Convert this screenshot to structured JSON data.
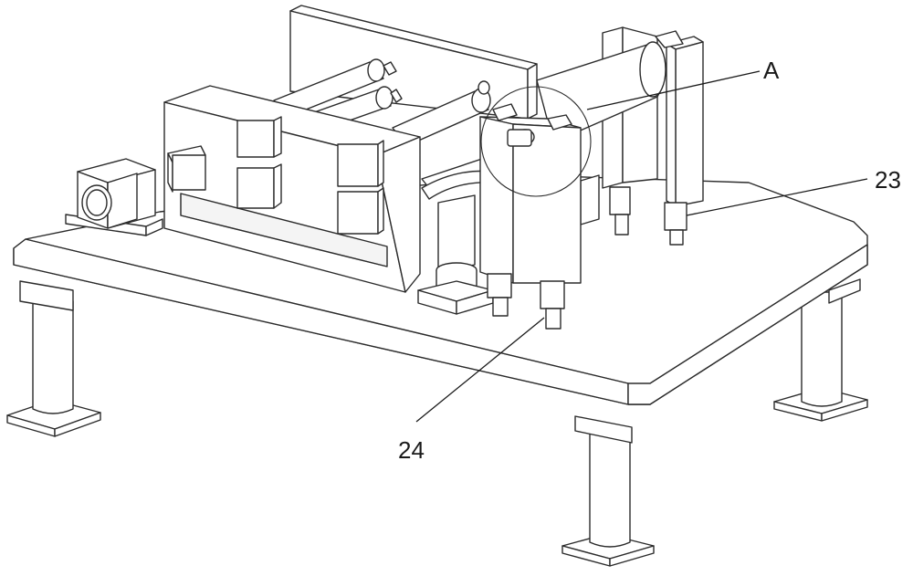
{
  "labels": {
    "a": "A",
    "n23": "23",
    "n24": "24"
  },
  "colors": {
    "line": "#2b2b2b",
    "fill": "#ffffff"
  }
}
